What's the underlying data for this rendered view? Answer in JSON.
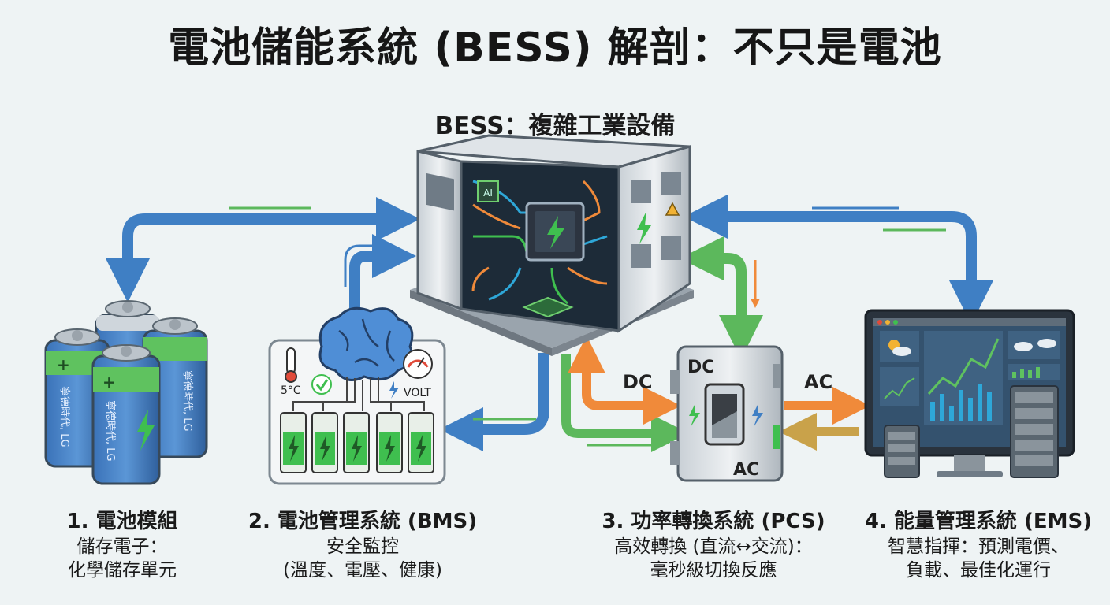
{
  "title": "電池儲能系統 (BESS) 解剖：不只是電池",
  "subtitle": "BESS：複雜工業設備",
  "battery_label": "寧德時代, LG",
  "chip_label": "AI",
  "bms": {
    "temp": "5°C",
    "volt": "VOLT"
  },
  "pcs": {
    "dc_in": "DC",
    "dc_top": "DC",
    "ac_bottom": "AC",
    "ac_out": "AC"
  },
  "captions": [
    {
      "head": "1. 電池模組",
      "line1": "儲存電子：",
      "line2": "化學儲存單元"
    },
    {
      "head": "2. 電池管理系統 (BMS)",
      "line1": "安全監控",
      "line2": "(溫度、電壓、健康)"
    },
    {
      "head": "3. 功率轉換系統 (PCS)",
      "line1": "高效轉換 (直流↔交流)：",
      "line2": "毫秒級切換反應"
    },
    {
      "head": "4. 能量管理系統 (EMS)",
      "line1": "智慧指揮：預測電價、",
      "line2": "負載、最佳化運行"
    }
  ],
  "colors": {
    "blue_flow": "#3f7fc4",
    "green_flow": "#5cb85c",
    "orange_flow": "#f08a3a",
    "accent_green": "#3fbf4f"
  }
}
